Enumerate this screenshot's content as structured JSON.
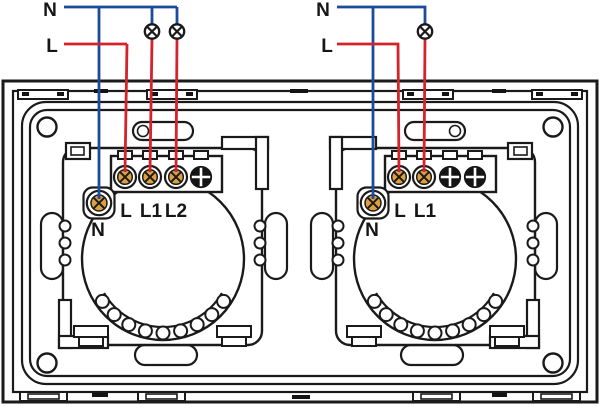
{
  "diagram": {
    "type": "wiring-diagram",
    "lamp_symbol": "circle-cross-lamp",
    "colors": {
      "neutral_wire": "#1c4b9c",
      "line_wire": "#d4232b",
      "screw_head": "#dda03e",
      "outline": "#1a1a1a",
      "background": "#ffffff"
    },
    "left_switch": {
      "supply": {
        "neutral": "N",
        "line": "L"
      },
      "lamp_count": 2,
      "terminal_labels": {
        "l": "L",
        "l1": "L1",
        "l2": "L2",
        "neutral": "N"
      }
    },
    "right_switch": {
      "supply": {
        "neutral": "N",
        "line": "L"
      },
      "lamp_count": 1,
      "terminal_labels": {
        "l": "L",
        "l1": "L1",
        "neutral": "N"
      }
    }
  }
}
